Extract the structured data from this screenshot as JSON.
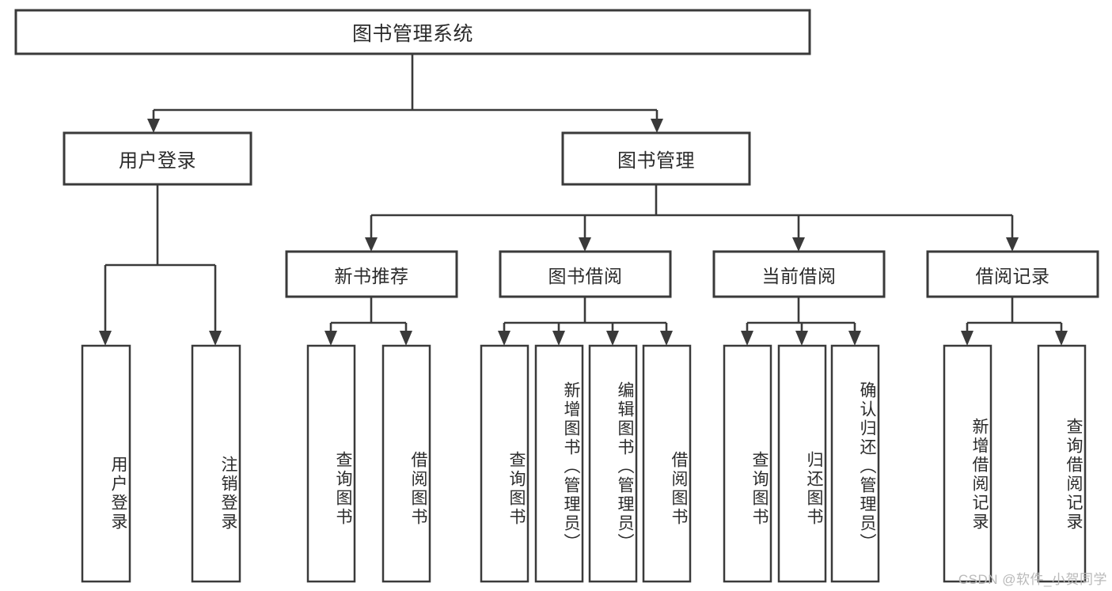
{
  "diagram": {
    "title": "图书管理系统",
    "type": "tree-hierarchy-chart",
    "orientation": "top-down",
    "colors": {
      "box_fill": "#ffffff",
      "box_stroke": "#3a3a3a",
      "connector": "#3a3a3a",
      "text": "#2b2b2b",
      "background": "#ffffff",
      "watermark": "#b9b9b9"
    },
    "root": {
      "label": "图书管理系统"
    },
    "level2": [
      {
        "label": "用户登录"
      },
      {
        "label": "图书管理"
      }
    ],
    "level3": [
      {
        "label": "新书推荐"
      },
      {
        "label": "图书借阅"
      },
      {
        "label": "当前借阅"
      },
      {
        "label": "借阅记录"
      }
    ],
    "leaves": {
      "user_login": [
        {
          "label": "用户登录"
        },
        {
          "label": "注销登录"
        }
      ],
      "new_book_recommend": [
        {
          "label": "查询图书"
        },
        {
          "label": "借阅图书"
        }
      ],
      "book_borrow": [
        {
          "label": "查询图书"
        },
        {
          "label": "新增图书（管理员）"
        },
        {
          "label": "编辑图书（管理员）"
        },
        {
          "label": "借阅图书"
        }
      ],
      "current_borrow": [
        {
          "label": "查询图书"
        },
        {
          "label": "归还图书"
        },
        {
          "label": "确认归还（管理员）"
        }
      ],
      "borrow_record": [
        {
          "label": "新增借阅记录"
        },
        {
          "label": "查询借阅记录"
        }
      ]
    }
  },
  "watermark": {
    "text": "CSDN @软件_小贺同学"
  }
}
